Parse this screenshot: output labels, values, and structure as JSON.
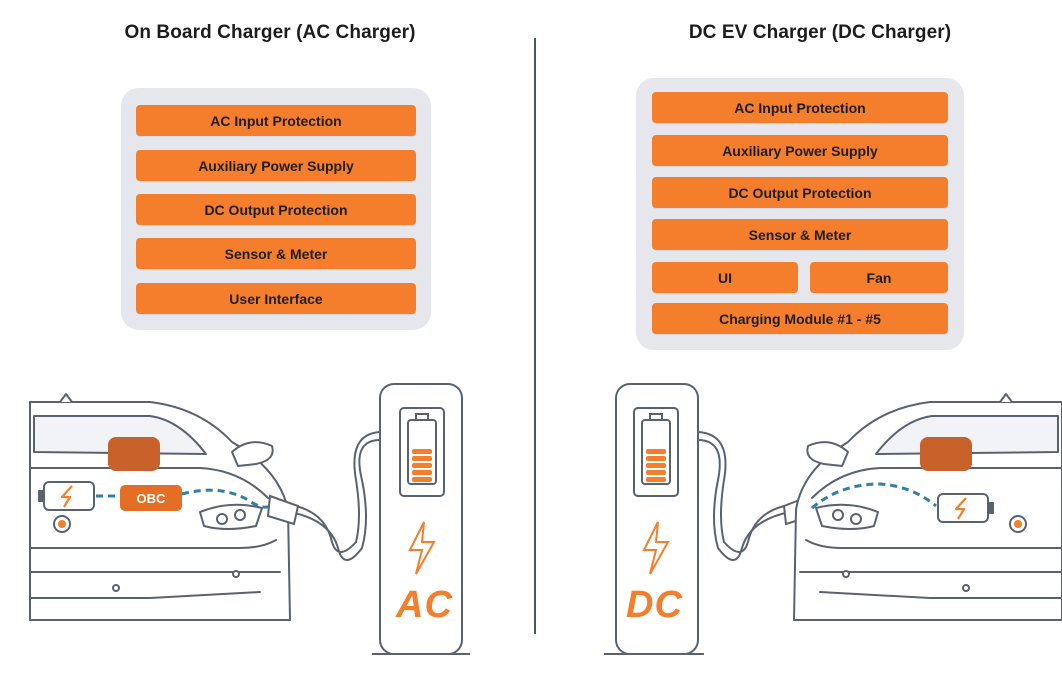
{
  "left": {
    "title": "On Board Charger (AC Charger)",
    "blocks": [
      "AC Input Protection",
      "Auxiliary Power Supply",
      "DC Output Protection",
      "Sensor & Meter",
      "User Interface"
    ],
    "car_module_label": "OBC",
    "station_label": "AC"
  },
  "right": {
    "title": "DC EV Charger (DC Charger)",
    "blocks": [
      "AC Input Protection",
      "Auxiliary Power Supply",
      "DC Output Protection",
      "Sensor & Meter",
      "UI",
      "Fan",
      "Charging Module #1 - #5"
    ],
    "station_label": "DC"
  },
  "colors": {
    "accent_orange": "#f47e2b",
    "panel_gray": "#e5e7ec",
    "cable_blue": "#2f7fa6",
    "line_dark": "#4a5368"
  },
  "icons": [
    "battery-icon",
    "lightning-bolt-icon",
    "charging-station-icon",
    "car-icon",
    "charging-cable-icon"
  ]
}
